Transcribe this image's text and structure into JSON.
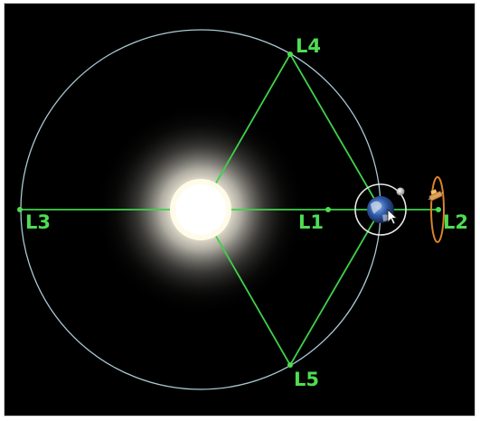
{
  "diagram": {
    "labels": {
      "l1": "L1",
      "l2": "L2",
      "l3": "L3",
      "l4": "L4",
      "l5": "L5"
    },
    "colors": {
      "background": "#000000",
      "lines": "#3fd14a",
      "labels": "#4fdc52",
      "orbit": "#a9c9d4",
      "sun_core": "#fff8d8",
      "earth": "#2e58a8",
      "moon": "#c8c8c8",
      "spacecraft": "#d9832b"
    },
    "icons": {
      "sun": "sun-icon",
      "earth": "earth-icon",
      "moon": "moon-icon",
      "spacecraft": "spacecraft-icon",
      "cursor": "mouse-cursor-icon"
    }
  }
}
